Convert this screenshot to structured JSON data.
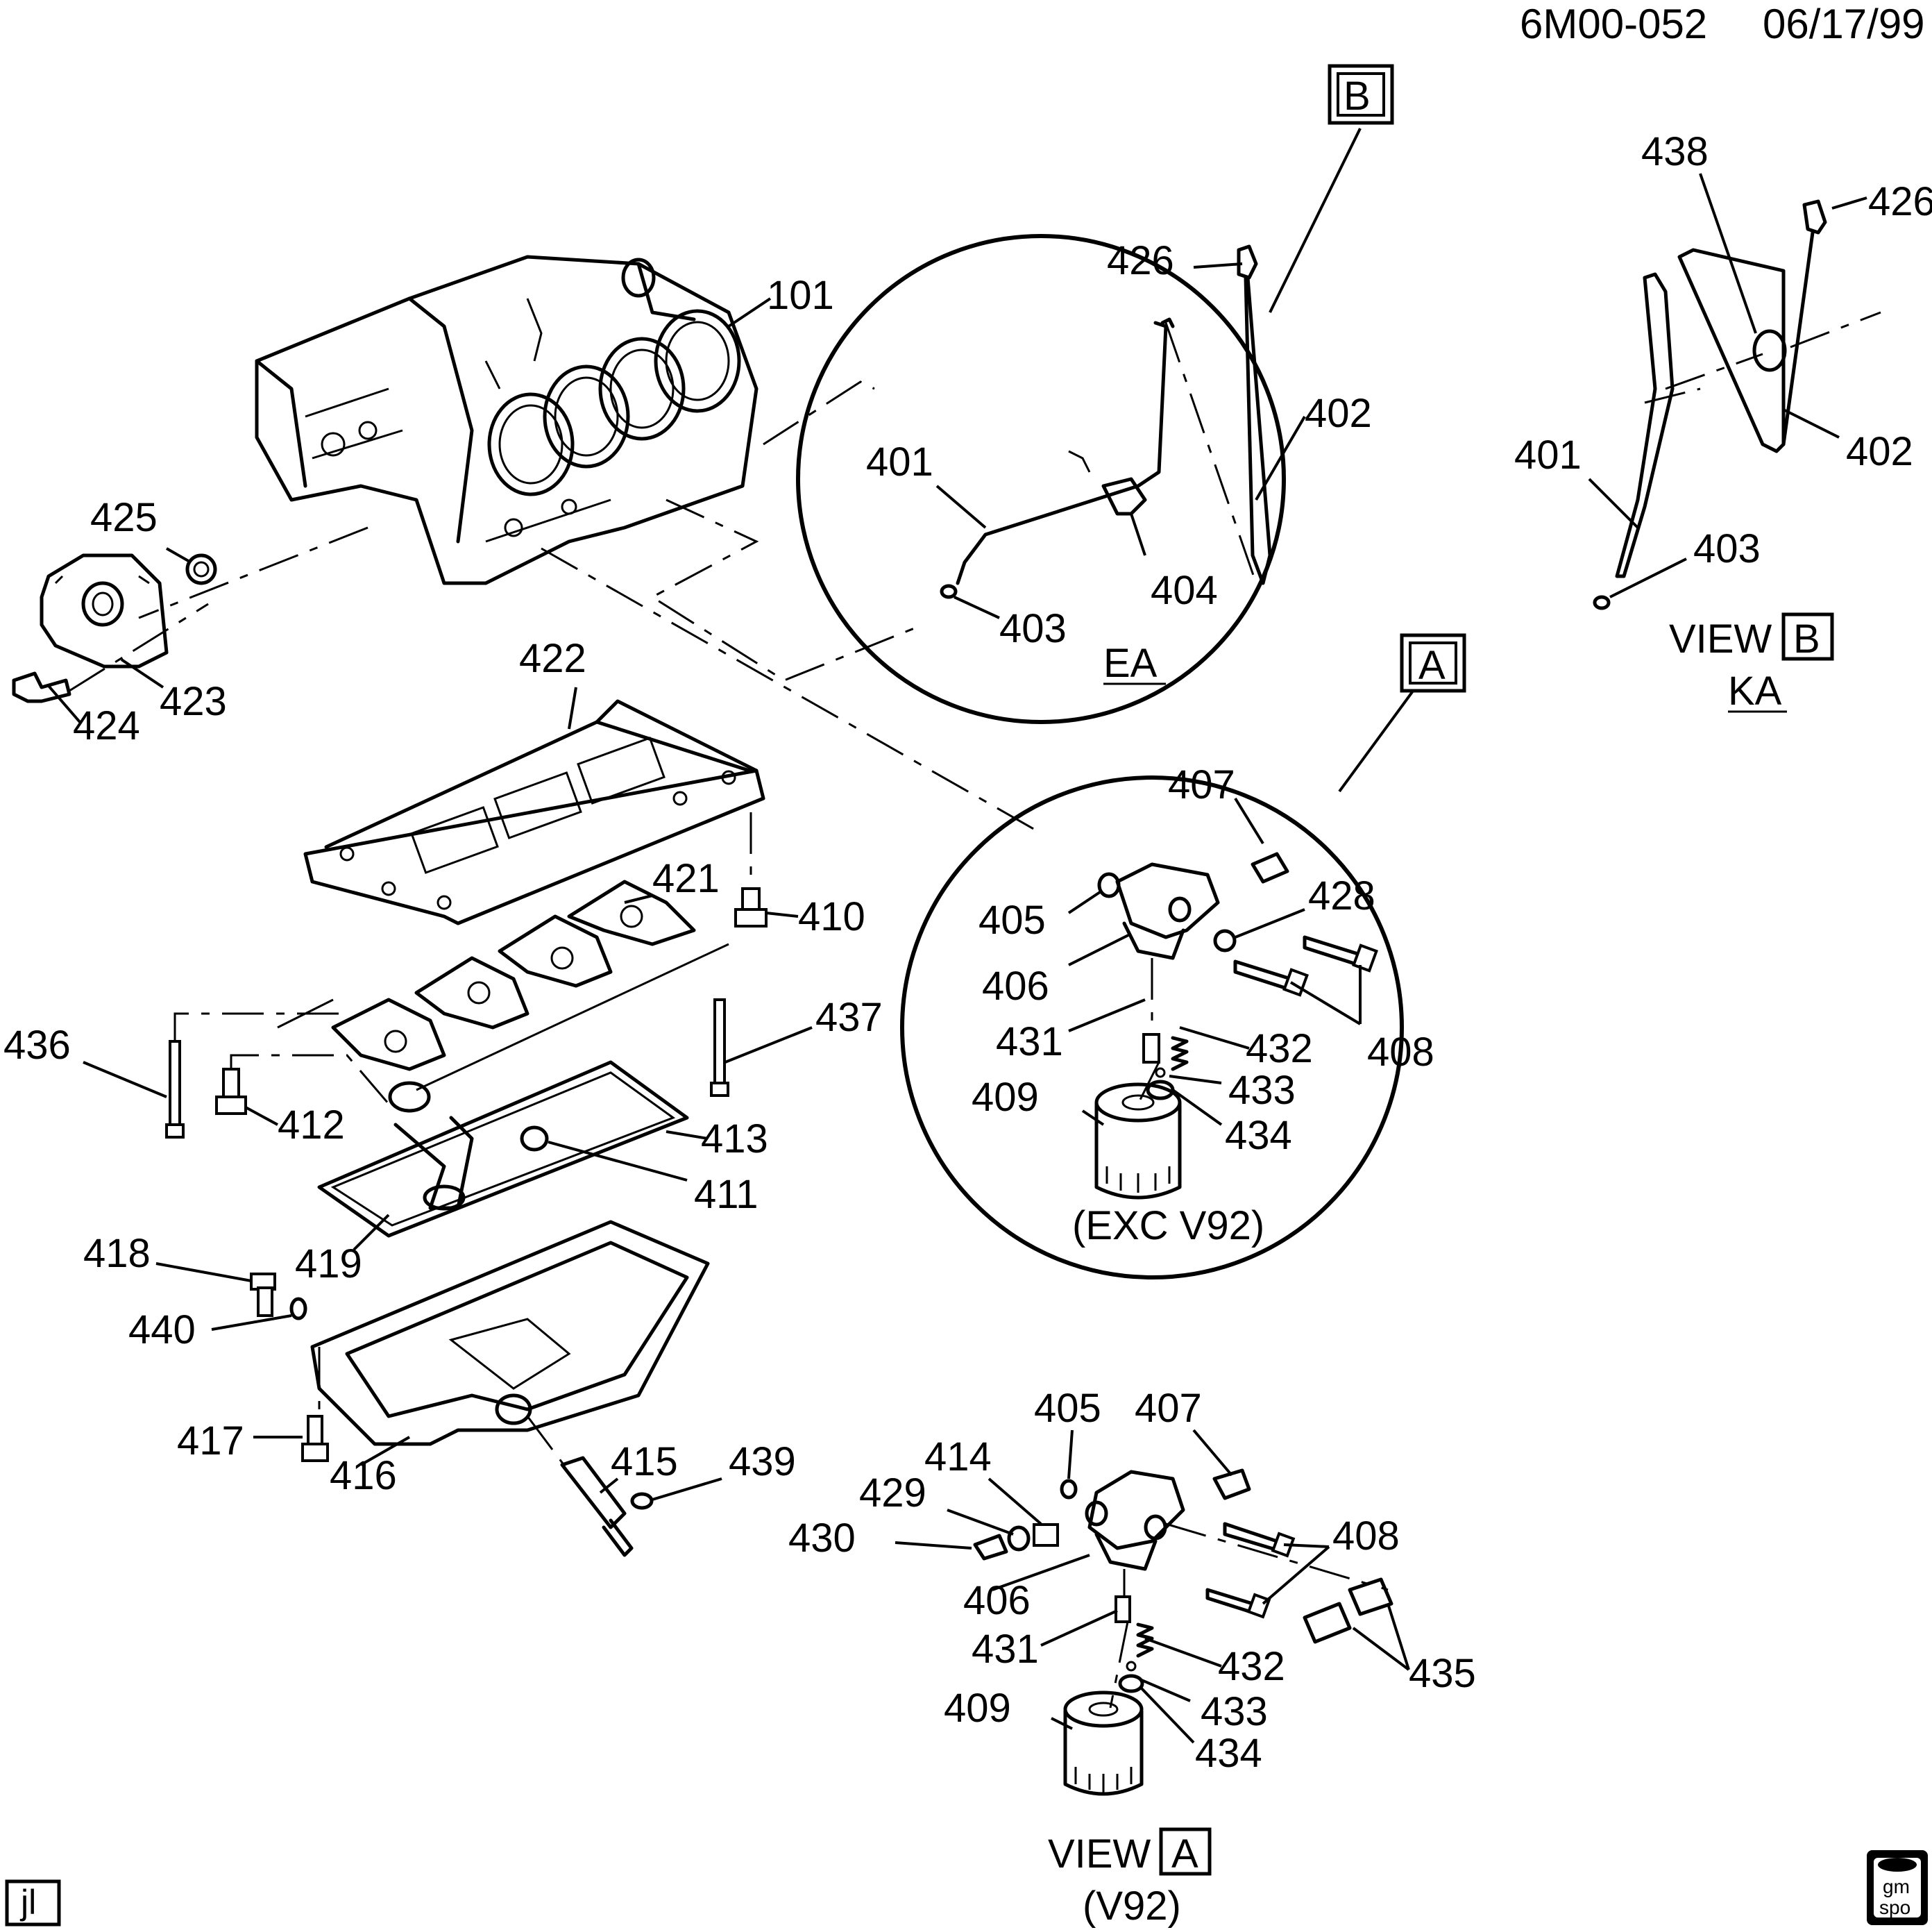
{
  "header": {
    "figure_code": "6M00-052",
    "date": "06/17/99"
  },
  "views": {
    "ea": {
      "callout": "B",
      "caption": "EA"
    },
    "a_circle": {
      "callout": "A",
      "caption": "(EXC V92)"
    },
    "view_b": {
      "prefix": "VIEW",
      "letter": "B",
      "caption": "KA"
    },
    "view_a": {
      "prefix": "VIEW",
      "letter": "A",
      "caption": "(V92)"
    }
  },
  "labels": {
    "p101": "101",
    "p401_ea": "401",
    "p402_ea": "402",
    "p403_ea": "403",
    "p404": "404",
    "p426_ea": "426",
    "p438": "438",
    "p426_b": "426",
    "p401_b": "401",
    "p402_b": "402",
    "p403_b": "403",
    "p425": "425",
    "p423": "423",
    "p424": "424",
    "p422": "422",
    "p421": "421",
    "p410": "410",
    "p436": "436",
    "p437": "437",
    "p412": "412",
    "p413": "413",
    "p411": "411",
    "p419": "419",
    "p418": "418",
    "p440": "440",
    "p417": "417",
    "p416": "416",
    "p415": "415",
    "p439": "439",
    "a407": "407",
    "a405": "405",
    "a428": "428",
    "a406": "406",
    "a431": "431",
    "a432": "432",
    "a408": "408",
    "a433": "433",
    "a409": "409",
    "a434": "434",
    "v405": "405",
    "v407": "407",
    "v414": "414",
    "v429": "429",
    "v430": "430",
    "v408": "408",
    "v406": "406",
    "v431": "431",
    "v432": "432",
    "v435": "435",
    "v409": "409",
    "v433": "433",
    "v434": "434"
  },
  "footer": {
    "initials": "jl",
    "logo_top": "gm",
    "logo_bottom": "spo"
  }
}
